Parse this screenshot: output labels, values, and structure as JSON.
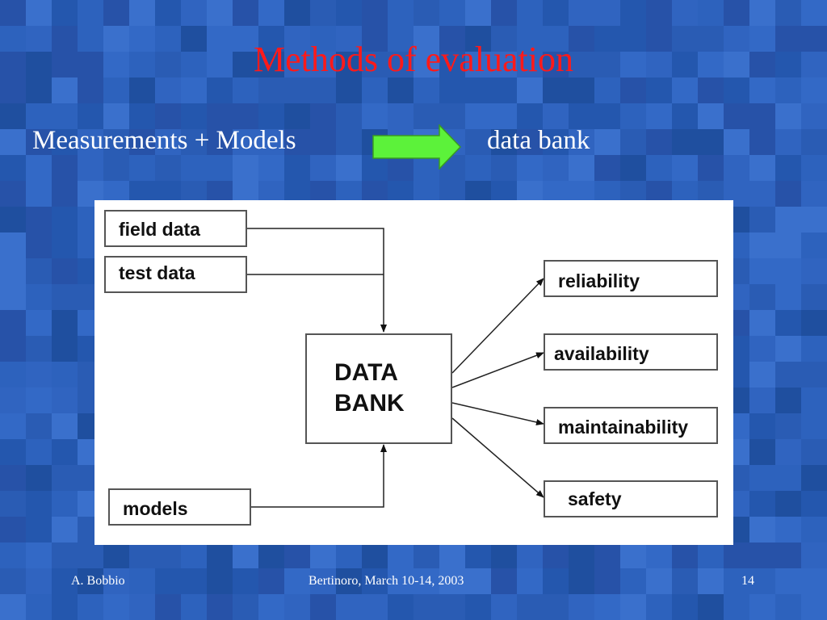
{
  "slide": {
    "title": "Methods of evaluation",
    "colors": {
      "background": "#2a5cb4",
      "title": "#ff1a1a",
      "arrow": "#5cf23a"
    }
  },
  "headline": {
    "left": "Measurements + Models",
    "right": "data bank",
    "arrow_icon": "right-arrow-icon"
  },
  "diagram": {
    "inputs": [
      "field data",
      "test data",
      "models"
    ],
    "center": [
      "DATA",
      "BANK"
    ],
    "outputs": [
      "reliability",
      "availability",
      "maintainability",
      "safety"
    ]
  },
  "footer": {
    "author": "A. Bobbio",
    "event": "Bertinoro,  March 10-14, 2003",
    "page": "14"
  }
}
